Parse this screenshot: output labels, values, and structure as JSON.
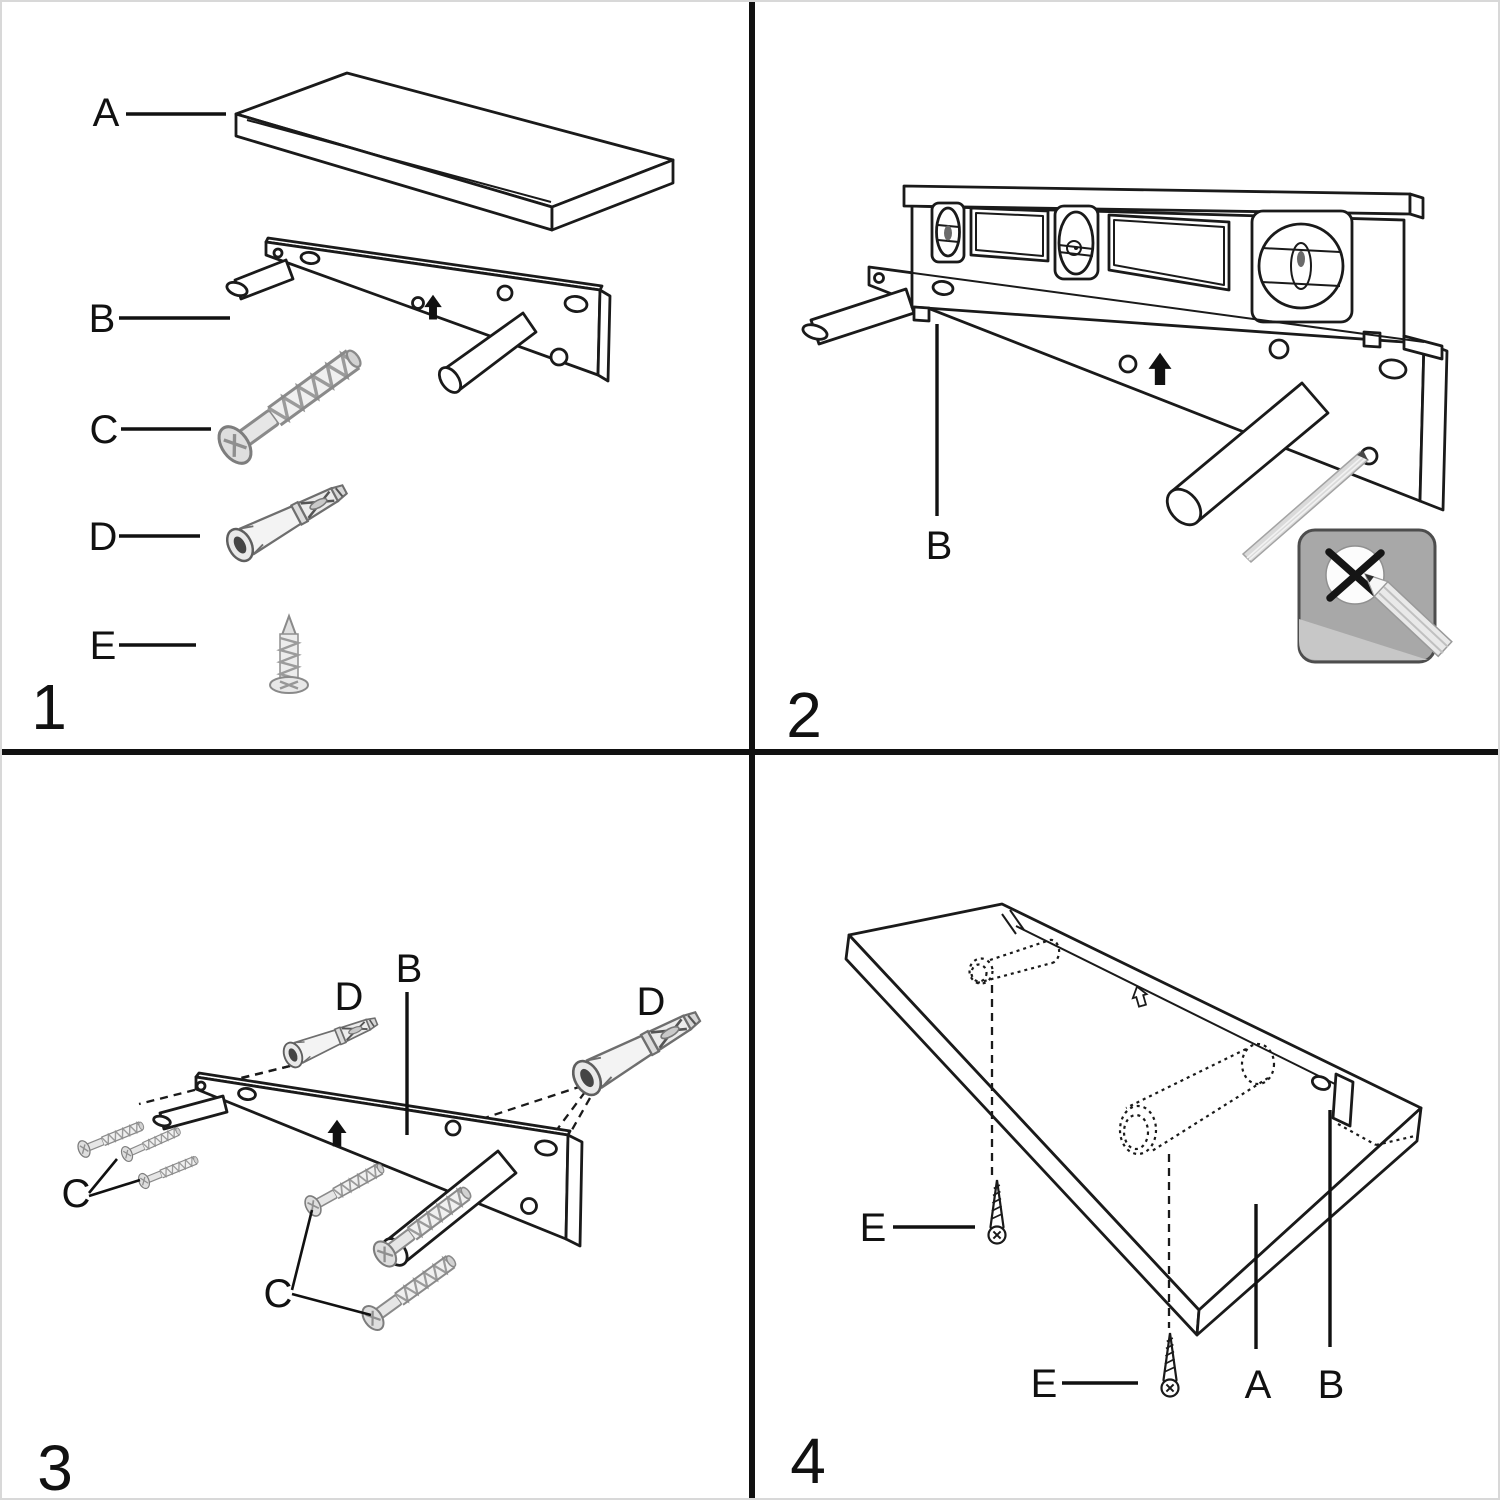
{
  "document": {
    "kind": "assembly-instruction-sheet",
    "subject": "floating-wall-shelf-installation",
    "grid": "2x2-steps"
  },
  "colors": {
    "ink": "#1a1a1a",
    "paper": "#ffffff",
    "divider": "#111111",
    "metal_light": "#ececec",
    "metal_mid": "#d2d2d2",
    "metal_stroke": "#8a8a8a",
    "inset_bg": "#a8a8a8",
    "inset_bg_light": "#c7c7c7",
    "inset_border": "#4d4d4d",
    "pencil_body": "#dadada",
    "x_mark": "#151515"
  },
  "panels": [
    {
      "step": "1",
      "icons": [
        "shelf-board",
        "wall-bracket-with-rods",
        "anchor-screw",
        "wall-anchor",
        "shelf-screw",
        "up-arrow"
      ],
      "labels": [
        {
          "letter": "A",
          "part": "shelf-board"
        },
        {
          "letter": "B",
          "part": "wall-bracket"
        },
        {
          "letter": "C",
          "part": "anchor-screw"
        },
        {
          "letter": "D",
          "part": "wall-anchor"
        },
        {
          "letter": "E",
          "part": "shelf-screw"
        }
      ]
    },
    {
      "step": "2",
      "icons": [
        "spirit-level",
        "wall-bracket-with-rods",
        "pencil",
        "mark-wall-x-inset",
        "up-arrow"
      ],
      "labels": [
        {
          "letter": "B",
          "part": "wall-bracket"
        }
      ]
    },
    {
      "step": "3",
      "icons": [
        "wall-bracket-with-rods",
        "wall-anchor",
        "wall-anchor",
        "anchor-screws",
        "up-arrow"
      ],
      "labels": [
        {
          "letter": "B",
          "part": "wall-bracket"
        },
        {
          "letter": "D",
          "part": "wall-anchor-left"
        },
        {
          "letter": "D",
          "part": "wall-anchor-right"
        },
        {
          "letter": "C",
          "part": "anchor-screws-left"
        },
        {
          "letter": "C",
          "part": "anchor-screws-bottom"
        }
      ]
    },
    {
      "step": "4",
      "icons": [
        "shelf-board-underside",
        "hidden-rod-dotted",
        "hidden-rod-dotted",
        "shelf-screw",
        "shelf-screw",
        "up-arrow-outline"
      ],
      "labels": [
        {
          "letter": "E",
          "part": "shelf-screw-left"
        },
        {
          "letter": "E",
          "part": "shelf-screw-right"
        },
        {
          "letter": "A",
          "part": "shelf-board"
        },
        {
          "letter": "B",
          "part": "wall-bracket"
        }
      ]
    }
  ]
}
